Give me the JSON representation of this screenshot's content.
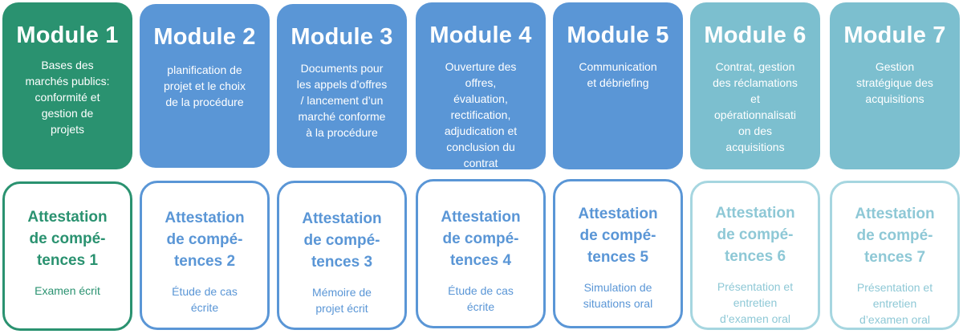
{
  "modules": [
    {
      "title": "Module 1",
      "description": "Bases des\nmarchés publics:\nconformité et\ngestion de\nprojets",
      "color": "#2a9270",
      "attestation": "Attestation\nde compé-\ntences 1",
      "exam": "Examen écrit"
    },
    {
      "title": "Module 2",
      "description": "planification de\nprojet et le choix\nde la procédure",
      "color": "#5a96d6",
      "attestation": "Attestation\nde compé-\ntences 2",
      "exam": "Étude de cas\nécrite"
    },
    {
      "title": "Module 3",
      "description": "Documents pour\nles appels d’offres\n/ lancement d’un\nmarché conforme\nà la procédure",
      "color": "#5a96d6",
      "attestation": "Attestation\nde compé-\ntences 3",
      "exam": "Mémoire de\nprojet écrit"
    },
    {
      "title": "Module 4",
      "description": "Ouverture des\noffres,\névaluation,\nrectification,\nadjudication et\nconclusion du\ncontrat",
      "color": "#5a96d6",
      "attestation": "Attestation\nde compé-\ntences 4",
      "exam": "Étude de cas\nécrite"
    },
    {
      "title": "Module 5",
      "description": "Communication\net débriefing",
      "color": "#5a96d6",
      "attestation": "Attestation\nde compé-\ntences 5",
      "exam": "Simulation de\nsituations oral"
    },
    {
      "title": "Module 6",
      "description": "Contrat, gestion\ndes réclamations\net\nopérationnalisati\non des\nacquisitions",
      "color": "#7cbfcf",
      "attestation": "Attestation\nde compé-\ntences 6",
      "exam": "Présentation et\nentretien\nd’examen oral"
    },
    {
      "title": "Module 7",
      "description": "Gestion\nstratégique des\nacquisitions",
      "color": "#7cbfcf",
      "attestation": "Attestation\nde compé-\ntences 7",
      "exam": "Présentation et\nentretien\nd’examen oral"
    }
  ]
}
